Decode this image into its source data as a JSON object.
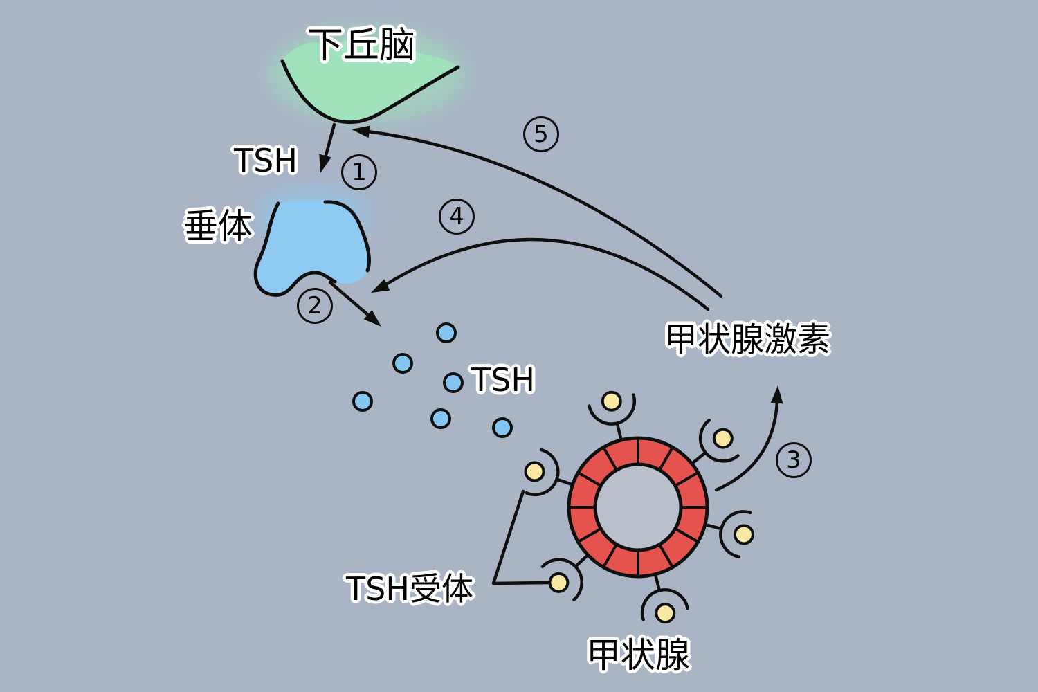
{
  "diagram": {
    "labels": {
      "hypothalamus": "下丘脑",
      "tsh_top": "TSH",
      "pituitary": "垂体",
      "tsh_mid": "TSH",
      "thyroid_hormone": "甲状腺激素",
      "tsh_receptor": "TSH受体",
      "thyroid": "甲状腺"
    },
    "steps": [
      "1",
      "2",
      "3",
      "4",
      "5"
    ],
    "colors": {
      "background": "#a9b4c5",
      "hypothalamus_fill": "#9fe2bb",
      "pituitary_fill": "#8fcaf3",
      "tsh_dot_fill": "#85c6f1",
      "thyroid_ring_fill": "#e5534f",
      "thyroid_lumen_fill": "#b9c0cc",
      "receptor_ball_fill": "#f8e8a3",
      "outline": "#0f0f0f",
      "label_text": "#000000",
      "label_halo": "#ffffff"
    }
  }
}
